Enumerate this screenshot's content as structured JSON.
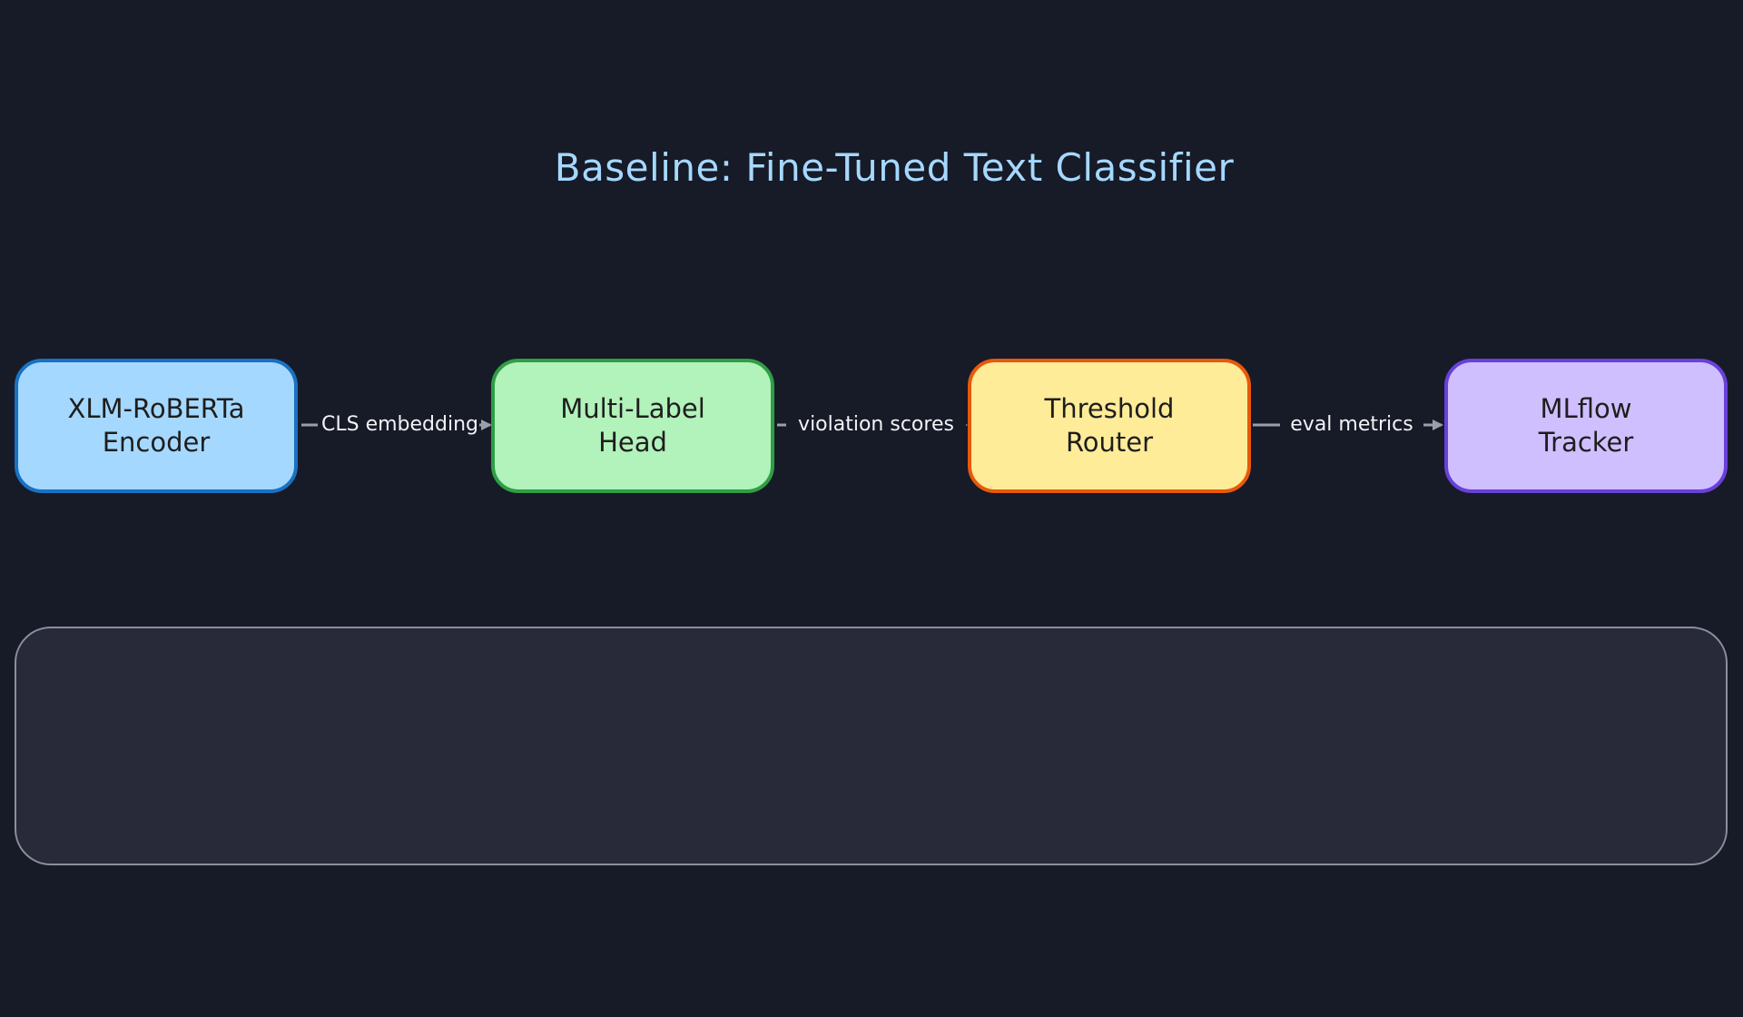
{
  "diagram": {
    "title": "Baseline: Fine-Tuned Text Classifier",
    "nodes": [
      {
        "id": "encoder",
        "label": "XLM-RoBERTa\nEncoder",
        "fill": "#a5d8ff",
        "stroke": "#1971c2"
      },
      {
        "id": "head",
        "label": "Multi-Label\nHead",
        "fill": "#b2f2bb",
        "stroke": "#2f9e44"
      },
      {
        "id": "router",
        "label": "Threshold\nRouter",
        "fill": "#ffec99",
        "stroke": "#e8590c"
      },
      {
        "id": "tracker",
        "label": "MLflow\nTracker",
        "fill": "#d0bfff",
        "stroke": "#6741d9"
      }
    ],
    "edges": [
      {
        "from": "encoder",
        "to": "head",
        "label": "CLS embedding"
      },
      {
        "from": "head",
        "to": "router",
        "label": "violation scores"
      },
      {
        "from": "router",
        "to": "tracker",
        "label": "eval metrics"
      }
    ],
    "edge_color": "#9aa0ab",
    "panel": {
      "fill": "#282a3a",
      "stroke": "#8a8f9c"
    }
  }
}
